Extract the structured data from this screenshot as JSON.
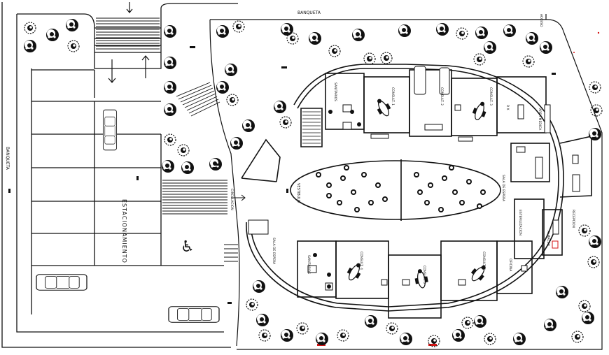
{
  "labels": {
    "banqueta_top": "BANQUETA",
    "banqueta_side": "BANQUETA",
    "estacionamiento": "ESTACIONAMIENTO",
    "accessible_symbol": "♿",
    "vestibulo": "VESTIBULO",
    "sala_espera_left": "SALA DE ESPERA",
    "sala_espera_right": "SALA DE ESPERA",
    "rx": "R X",
    "esterilizacion": "ESTERILIZACION",
    "almacen": "ALMACEN",
    "oficina": "OFICINA",
    "consultorio_1": "CONSULT. 1",
    "consultorio_2": "CONSULT. 2",
    "consultorio_3": "CONSULT. 3",
    "consultorio_4": "CONSULT. 4",
    "consultorio_5": "CONSULT. 5",
    "consultorio_6": "CONSULT. 6",
    "sanitarios_top": "SANITARIOS",
    "sanitarios_bottom": "SANITARIOS",
    "recepcion": "RECEPCION",
    "area_medica": "AREA MEDICA",
    "circulacion": "CIRCULACION",
    "entrada": "ACCESO"
  },
  "colors": {
    "line": "#111111",
    "tree": "#111111",
    "accent_red": "#d41414"
  },
  "icons": [
    "car-icon",
    "accessible-icon",
    "tree-icon",
    "toilet-icon",
    "dental-chair-icon",
    "north-arrow-icon",
    "stairs-icon"
  ]
}
